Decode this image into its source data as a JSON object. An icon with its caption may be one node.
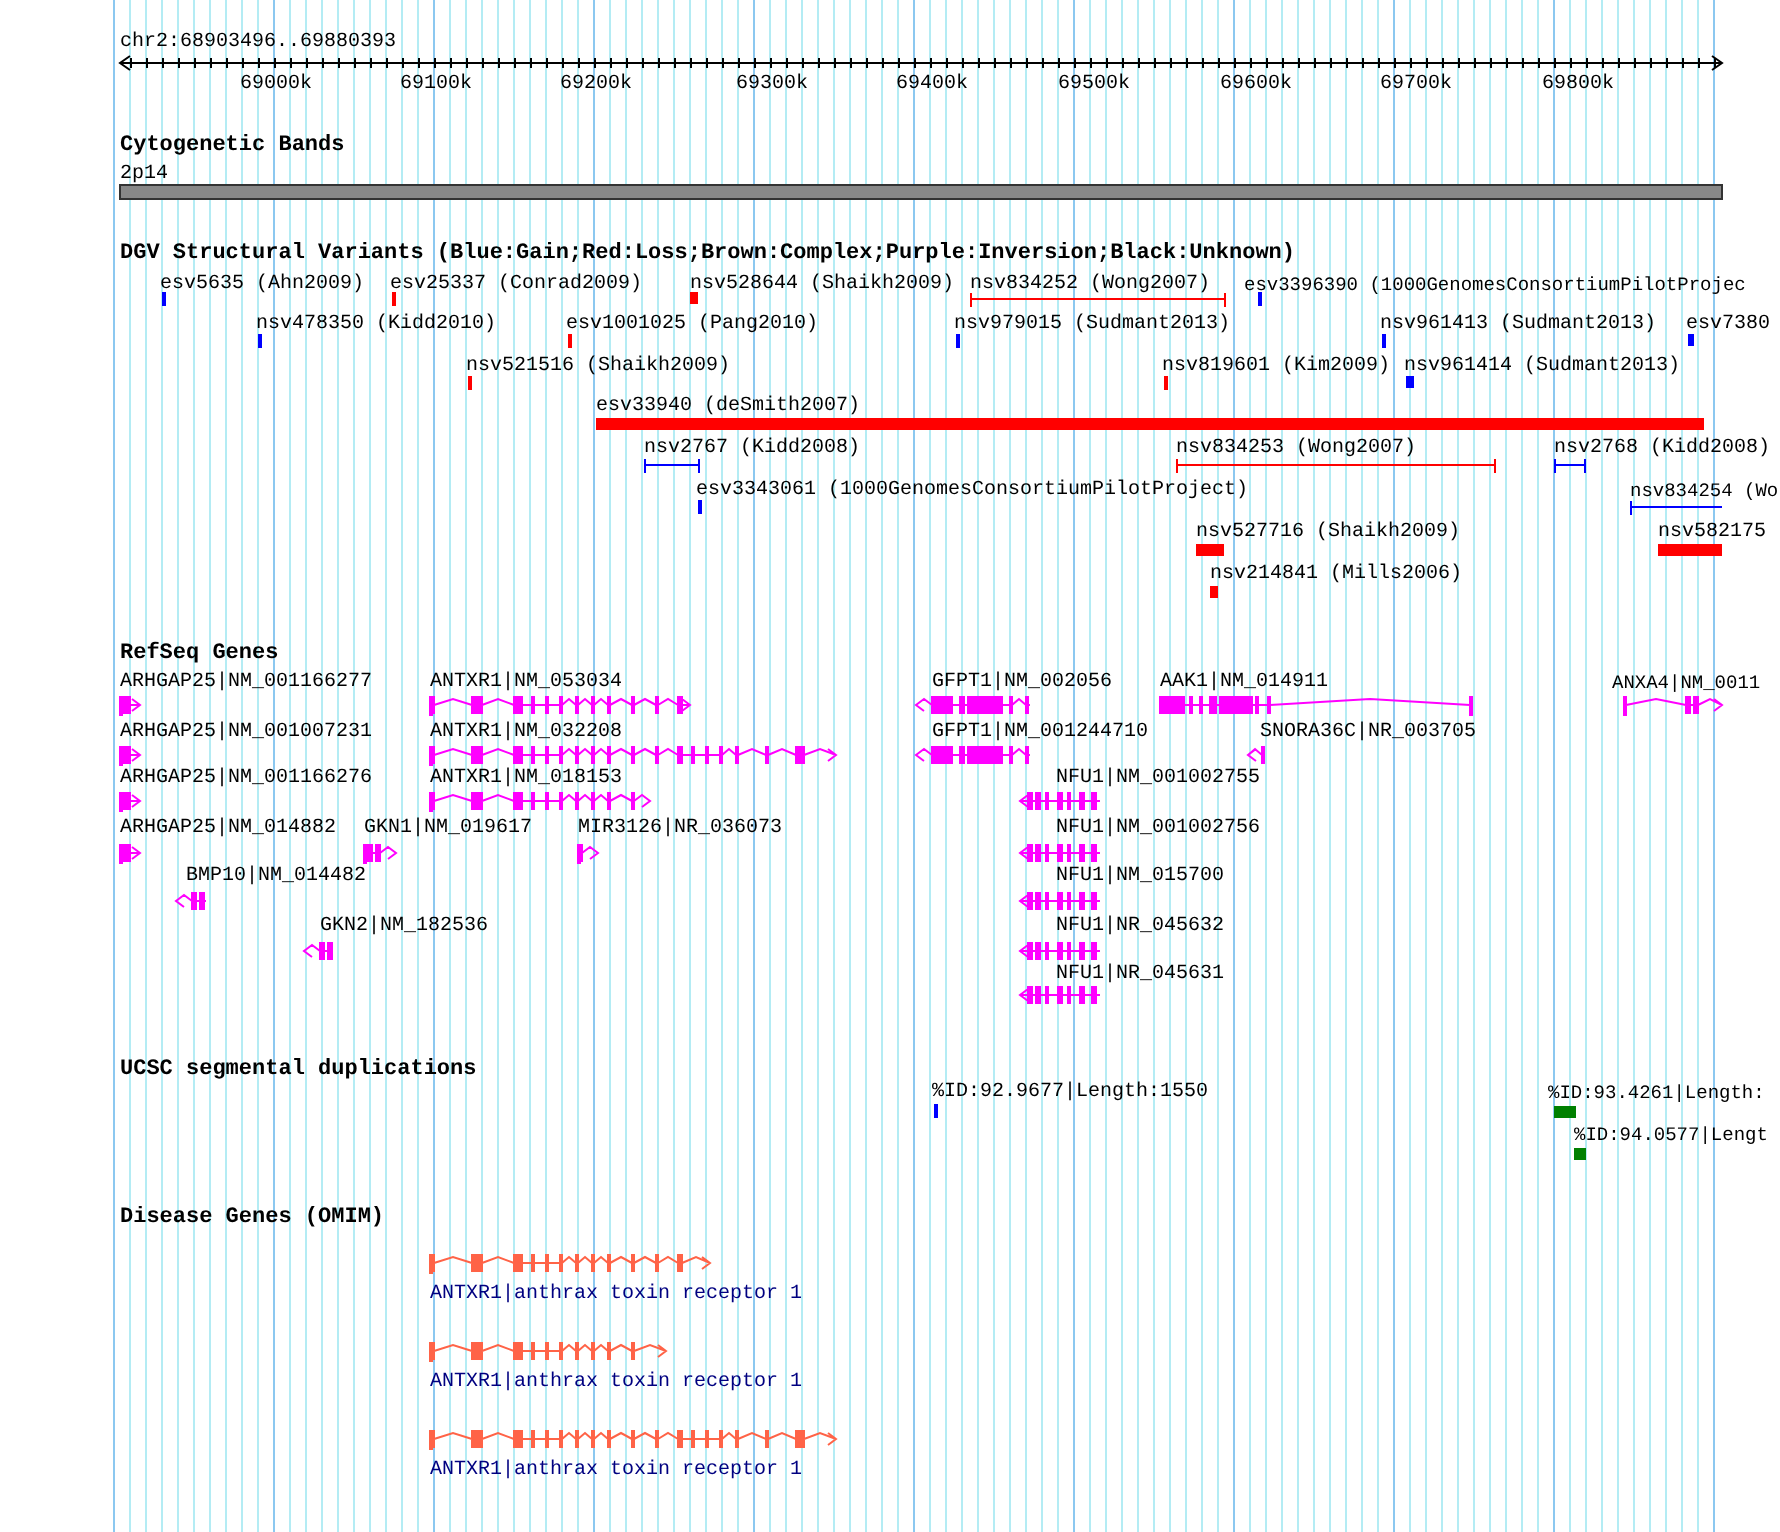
{
  "diagram": {
    "labels": [
      "chr2:68903496..69880393",
      "69000k",
      "69100k",
      "69200k",
      "69300k",
      "69400k",
      "69500k",
      "69600k",
      "69700k",
      "69800k",
      "Cytogenetic Bands",
      "2p14",
      "DGV Structural Variants (Blue:Gain;Red:Loss;Brown:Complex;Purple:Inversion;Black:Unknown)",
      "esv5635 (Ahn2009)",
      "esv25337 (Conrad2009)",
      "nsv528644 (Shaikh2009)",
      "nsv834252 (Wong2007)",
      "esv3396390 (1000GenomesConsortiumPilotProjec",
      "nsv478350 (Kidd2010)",
      "esv1001025 (Pang2010)",
      "nsv979015 (Sudmant2013)",
      "nsv961413 (Sudmant2013)",
      "esv7380",
      "nsv521516 (Shaikh2009)",
      "nsv819601 (Kim2009)",
      "nsv961414 (Sudmant2013)",
      "esv33940 (deSmith2007)",
      "nsv2767 (Kidd2008)",
      "nsv834253 (Wong2007)",
      "nsv2768 (Kidd2008)",
      "esv3343061 (1000GenomesConsortiumPilotProject)",
      "nsv834254 (Wo",
      "nsv527716 (Shaikh2009)",
      "nsv582175",
      "nsv214841 (Mills2006)",
      "RefSeq Genes",
      "ARHGAP25|NM_001166277",
      "ANTXR1|NM_053034",
      "GFPT1|NM_002056",
      "AAK1|NM_014911",
      "ANXA4|NM_0011",
      "ARHGAP25|NM_001007231",
      "ANTXR1|NM_032208",
      "GFPT1|NM_001244710",
      "SNORA36C|NR_003705",
      "ARHGAP25|NM_001166276",
      "ANTXR1|NM_018153",
      "NFU1|NM_001002755",
      "ARHGAP25|NM_014882",
      "GKN1|NM_019617",
      "MIR3126|NR_036073",
      "NFU1|NM_001002756",
      "BMP10|NM_014482",
      "NFU1|NM_015700",
      "GKN2|NM_182536",
      "NFU1|NR_045632",
      "NFU1|NR_045631",
      "UCSC segmental duplications",
      "%ID:92.9677|Length:1550",
      "%ID:93.4261|Length:",
      "%ID:94.0577|Lengt",
      "Disease Genes (OMIM)",
      "ANTXR1|anthrax toxin receptor 1",
      "ANTXR1|anthrax toxin receptor 1",
      "ANTXR1|anthrax toxin receptor 1"
    ]
  }
}
